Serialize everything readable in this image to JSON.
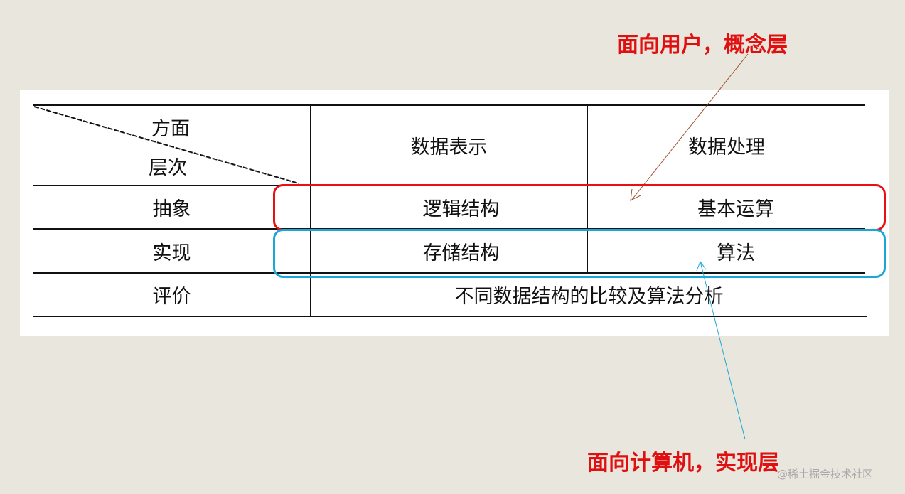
{
  "table": {
    "corner": {
      "top": "方面",
      "bottom": "层次"
    },
    "columns": [
      "数据表示",
      "数据处理"
    ],
    "rows": [
      {
        "level": "抽象",
        "cells": [
          "逻辑结构",
          "基本运算"
        ]
      },
      {
        "level": "实现",
        "cells": [
          "存储结构",
          "算法"
        ]
      },
      {
        "level": "评价",
        "merged": "不同数据结构的比较及算法分析"
      }
    ]
  },
  "annotations": {
    "top": {
      "text": "面向用户，概念层",
      "color": "#e01010",
      "arrow_color": "#a0522d",
      "box_color": "#e81010"
    },
    "bottom": {
      "text": "面向计算机，实现层",
      "color": "#e01010",
      "arrow_color": "#1aa7d8",
      "box_color": "#1aa7d8"
    }
  },
  "watermark": "@稀土掘金技术社区"
}
